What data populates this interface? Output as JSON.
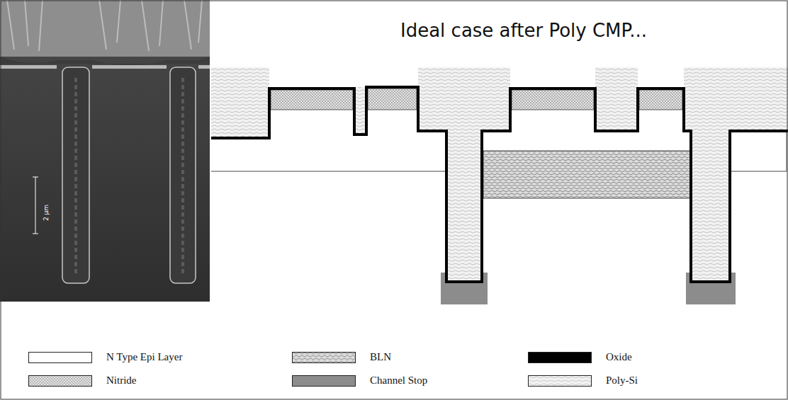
{
  "diagram": {
    "title": "Ideal case after Poly CMP...",
    "labels": [
      "2 µm"
    ],
    "legend": [
      {
        "text": "N Type Epi Layer",
        "color": "#ffffff"
      },
      {
        "text": "BLN",
        "color": "#dcdcdc"
      },
      {
        "text": "Oxide",
        "color": "#000000"
      },
      {
        "text": "Nitride",
        "color": "#e4e4e4"
      },
      {
        "text": "Channel Stop",
        "color": "#8c8c8c"
      },
      {
        "text": "Poly-Si",
        "color": "#f2f2f2"
      }
    ]
  }
}
